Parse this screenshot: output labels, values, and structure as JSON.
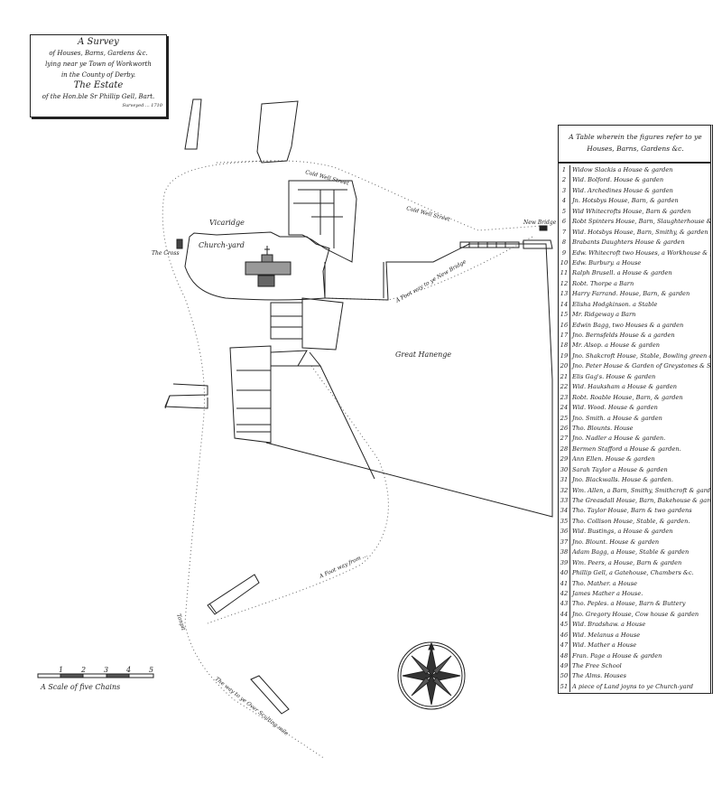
{
  "cartouche": {
    "line1": "A Survey",
    "line2": "of Houses, Barns, Gardens &c.",
    "line3": "lying near ye Town of Workworth",
    "line4": "in the County of Derby.",
    "line5": "The Estate",
    "line6": "of the Hon.ble Sr Phillip Gell, Bart.",
    "line7": "Surveyed ... 1710"
  },
  "map_labels": {
    "vicaridge": "Vicaridge",
    "church_yard": "Church-yard",
    "cross": "The Cross",
    "cold_well_street_1": "Cold Well Street",
    "cold_well_street_2": "Cold Well Street",
    "new_bridge": "New Bridge",
    "foot_way_bridge": "A Foot way to ye New Bridge",
    "great_hanenge": "Great Hanenge",
    "foot_way_from": "A Foot way from ...",
    "tan_pit": "Tanpit",
    "way_over": "The way to ye Over Sculting mile",
    "scale_caption": "A Scale of five Chains",
    "scale_ticks": [
      "1",
      "2",
      "3",
      "4",
      "5"
    ]
  },
  "table": {
    "title": "A Table wherein the figures refer to ye Houses, Barns, Gardens &c.",
    "rows": [
      "Widow Slackis a House & garden",
      "Wid. Bolford. House & garden",
      "Wid. Archedines House & garden",
      "Jn. Hotsbys House, Barn, & garden",
      "Wid Whitecrofts House, Barn & garden",
      "Robt Spinters House, Barn, Slaughterhouse & garden",
      "Wid. Hotsbys House, Barn, Smithy, & garden",
      "Brabants Daughters House & garden",
      "Edw. Whitecroft two Houses, a Workhouse & garden",
      "Edw. Burbury. a House",
      "Ralph Brusell. a House & garden",
      "Robt. Thorpe a Barn",
      "Harry Farrand. House, Barn, & garden",
      "Elisha Hodgkinson. a Stable",
      "Mr. Ridgeway a Barn",
      "Edwin Bagg, two Houses & a garden",
      "Jno. Bernsfelds House & a garden",
      "Mr. Alsop. a House & garden",
      "Jno. Shakcroft House, Stable, Bowling green & garden",
      "Jno. Peter House & Garden of Greystones & Stable",
      "Elis Gag's. House & garden",
      "Wid. Hauksham a House & garden",
      "Robt. Roable House, Barn, & garden",
      "Wid. Wood. House & garden",
      "Jno. Smith. a House & garden",
      "Tho. Blounts. House",
      "Jno. Nadler a House & garden.",
      "Bermen Stafford a House & garden.",
      "Ann Ellen. House & garden",
      "Sarah Taylor a House & garden",
      "Jno. Blackwalls. House & garden.",
      "Wm. Allen, a Barn, Smithy, Smithcroft & garden",
      "The Greasdall House, Barn, Bakehouse & garden",
      "Tho. Taylor House, Barn & two gardens",
      "Tho. Collison House, Stable, & garden.",
      "Wid. Bustings, a House & garden",
      "Jno. Blount. House & garden",
      "Adam Bagg, a House, Stable & garden",
      "Wm. Peers, a House, Barn & garden",
      "Phillip Gell, a Gatehouse, Chambers &c.",
      "Tho. Mather. a House",
      "James Mather a House.",
      "Tho. Peples. a House, Barn & Buttery",
      "Jno. Gregory House, Cow house & garden",
      "Wid. Bradshaw. a House",
      "Wid. Melanus a House",
      "Wid. Mather a House",
      "Fran. Page a House & garden",
      "The Free School",
      "The Alms. Houses",
      "A piece of Land joyns to ye Church-yard"
    ]
  },
  "colors": {
    "ink": "#1a1a1a",
    "paper": "#ffffff"
  }
}
